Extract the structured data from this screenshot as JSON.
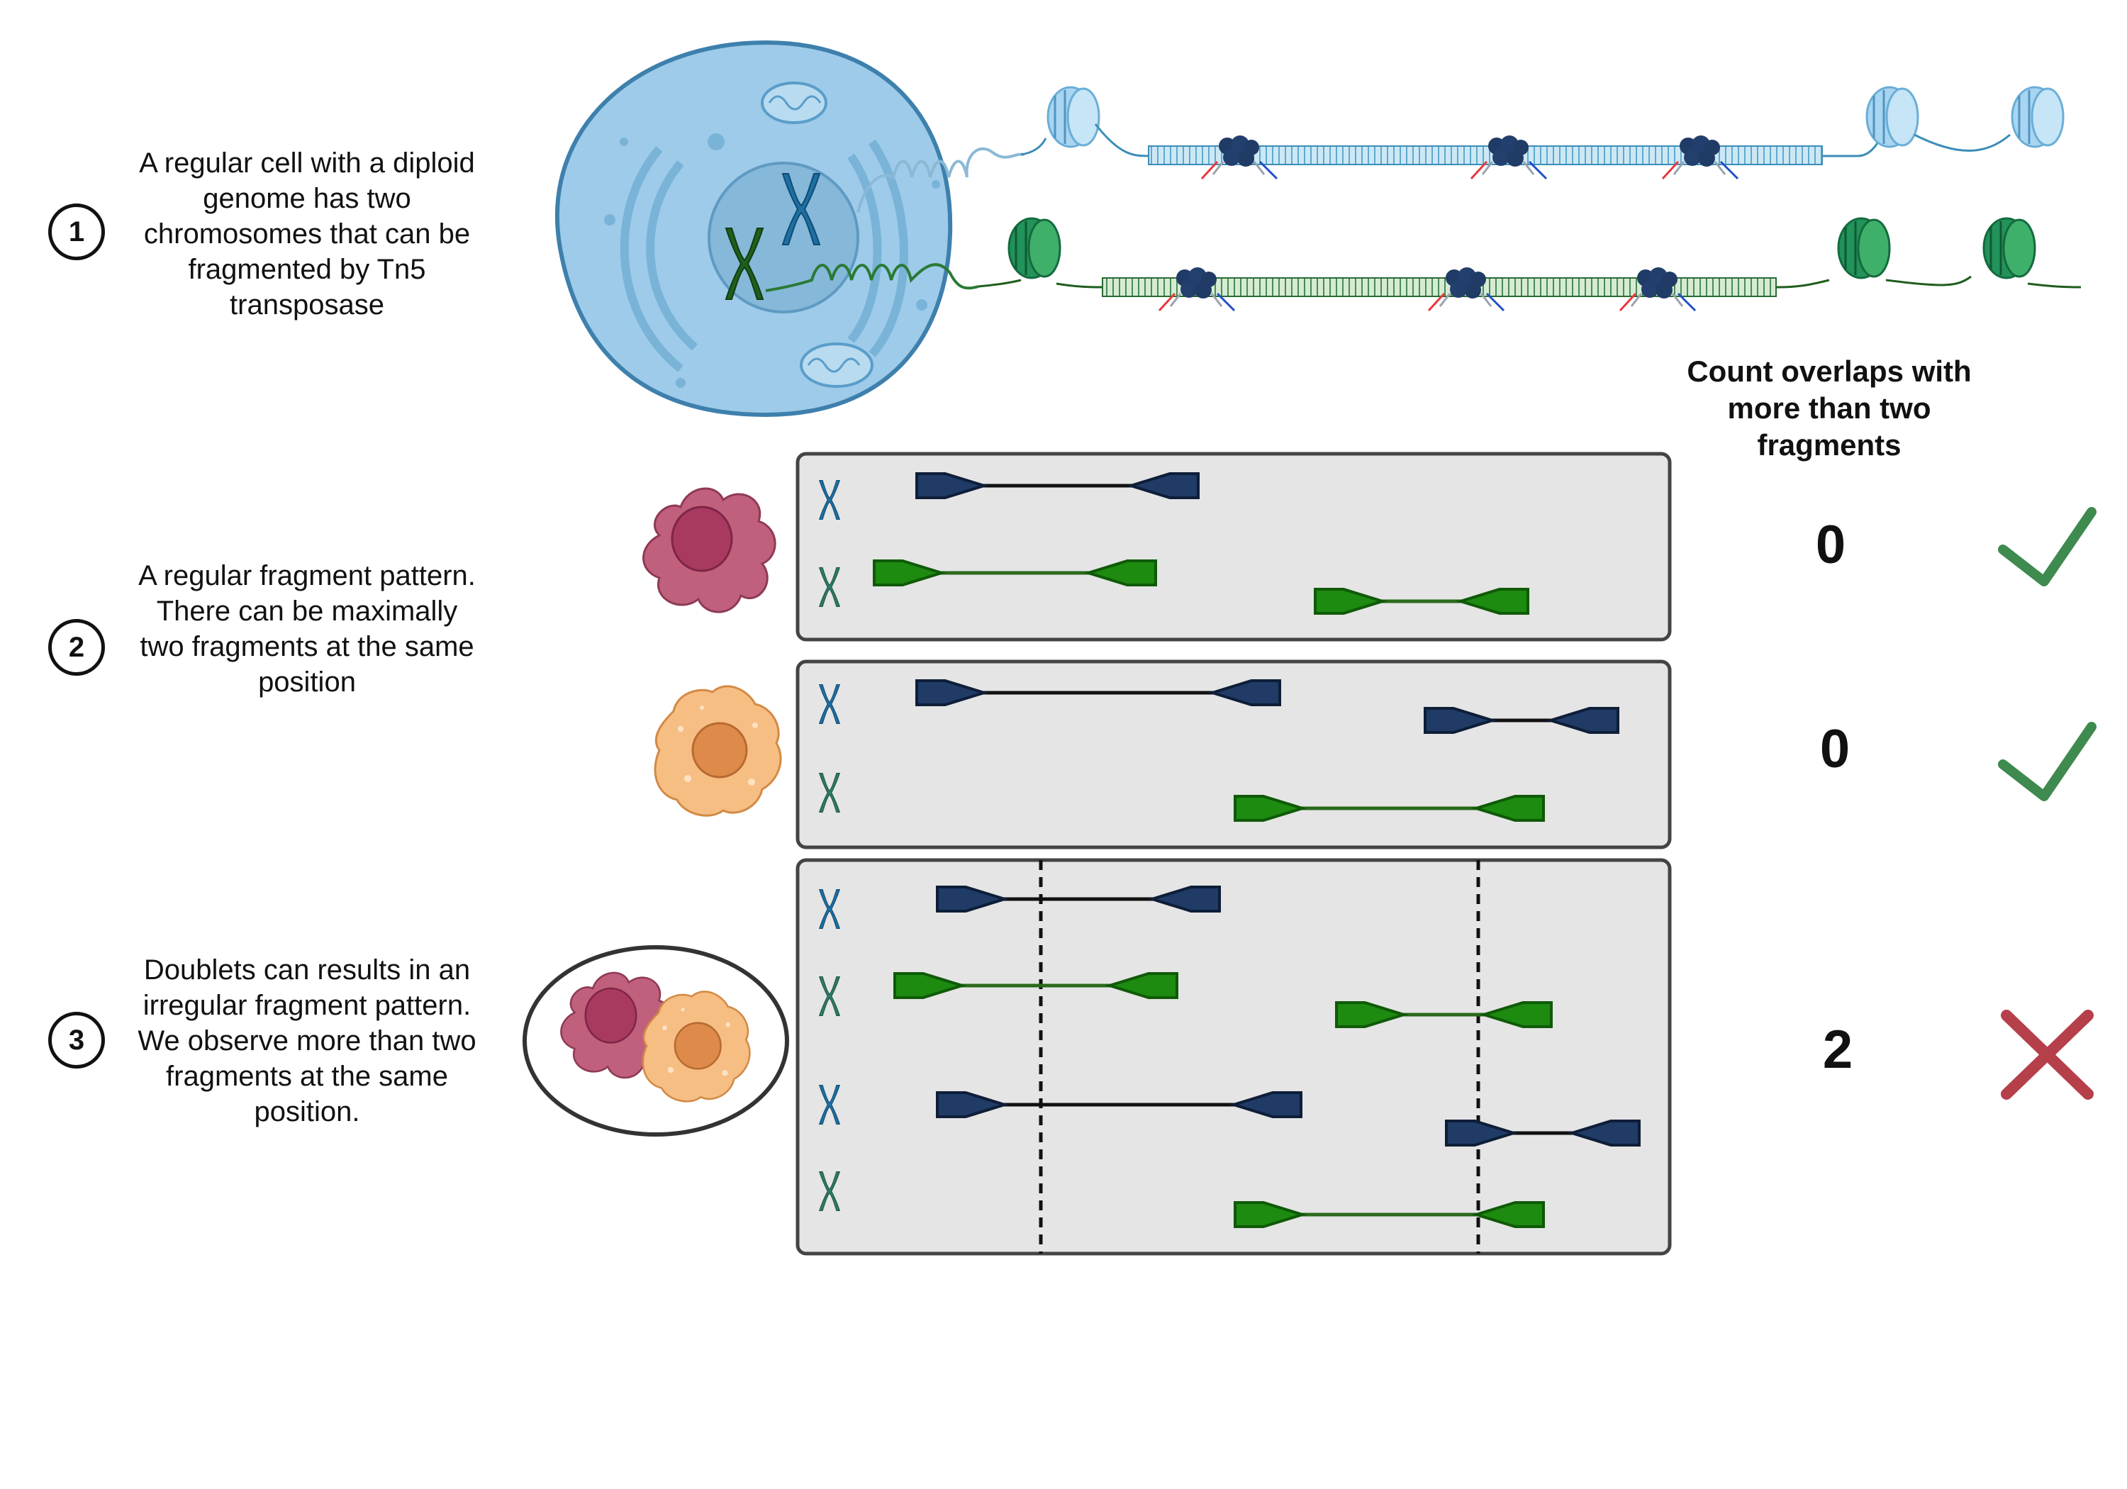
{
  "steps": [
    {
      "number": "1",
      "text": "A regular cell with a diploid genome has two chromosomes that can be fragmented by Tn5 transposase"
    },
    {
      "number": "2",
      "text": "A regular fragment pattern. There can be maximally two fragments at the same position"
    },
    {
      "number": "3",
      "text": "Doublets can results in an irregular fragment pattern. We observe more than two fragments at the same position."
    }
  ],
  "column_header": "Count  overlaps with more than two fragments",
  "results": [
    {
      "count": "0",
      "status": "check-icon"
    },
    {
      "count": "0",
      "status": "check-icon"
    },
    {
      "count": "2",
      "status": "cross-icon"
    }
  ],
  "colors": {
    "chromosome_a": "#1e6fa3",
    "chromosome_b": "#2e7b66",
    "fragment_blue": "#1f3b66",
    "fragment_green": "#1d8a10",
    "panel_bg": "#e5e5e5",
    "check": "#3f8a4f",
    "cross": "#b5404a",
    "cell": "#9ecbe9"
  }
}
